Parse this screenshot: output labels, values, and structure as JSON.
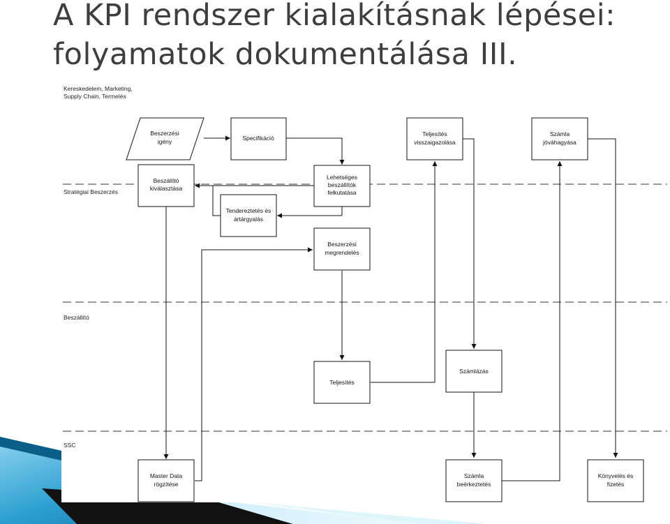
{
  "slide": {
    "title_line1": "A KPI rendszer kialakításnak lépései:",
    "title_line2": "folyamatok dokumentálása III."
  },
  "lanes": {
    "l1a": "Kereskedelem, Marketing,",
    "l1b": "Supply Chain, Termelés",
    "l2": "Stratégiai Beszerzés",
    "l3": "Beszállító",
    "l4": "SSC"
  },
  "nodes": {
    "igeny_a": "Beszerzési",
    "igeny_b": "igény",
    "spec": "Specifikáció",
    "tv_a": "Teljesítés",
    "tv_b": "visszaigazolása",
    "szj_a": "Számla",
    "szj_b": "jóváhagyása",
    "bk_a": "Beszállító",
    "bk_b": "kiválasztása",
    "lb_a": "Lehetséges",
    "lb_b": "beszállítók",
    "lb_c": "felkutatása",
    "te_a": "Tendereztetés és",
    "te_b": "ártárgyalás",
    "bm_a": "Beszerzési",
    "bm_b": "megrendelés",
    "telj": "Teljesítés",
    "szamlazas": "Számlázás",
    "md_a": "Master Data",
    "md_b": "rögzítése",
    "sb_a": "Számla",
    "sb_b": "beérkeztetés",
    "kf_a": "Könyvelés és",
    "kf_b": "fizetés"
  }
}
